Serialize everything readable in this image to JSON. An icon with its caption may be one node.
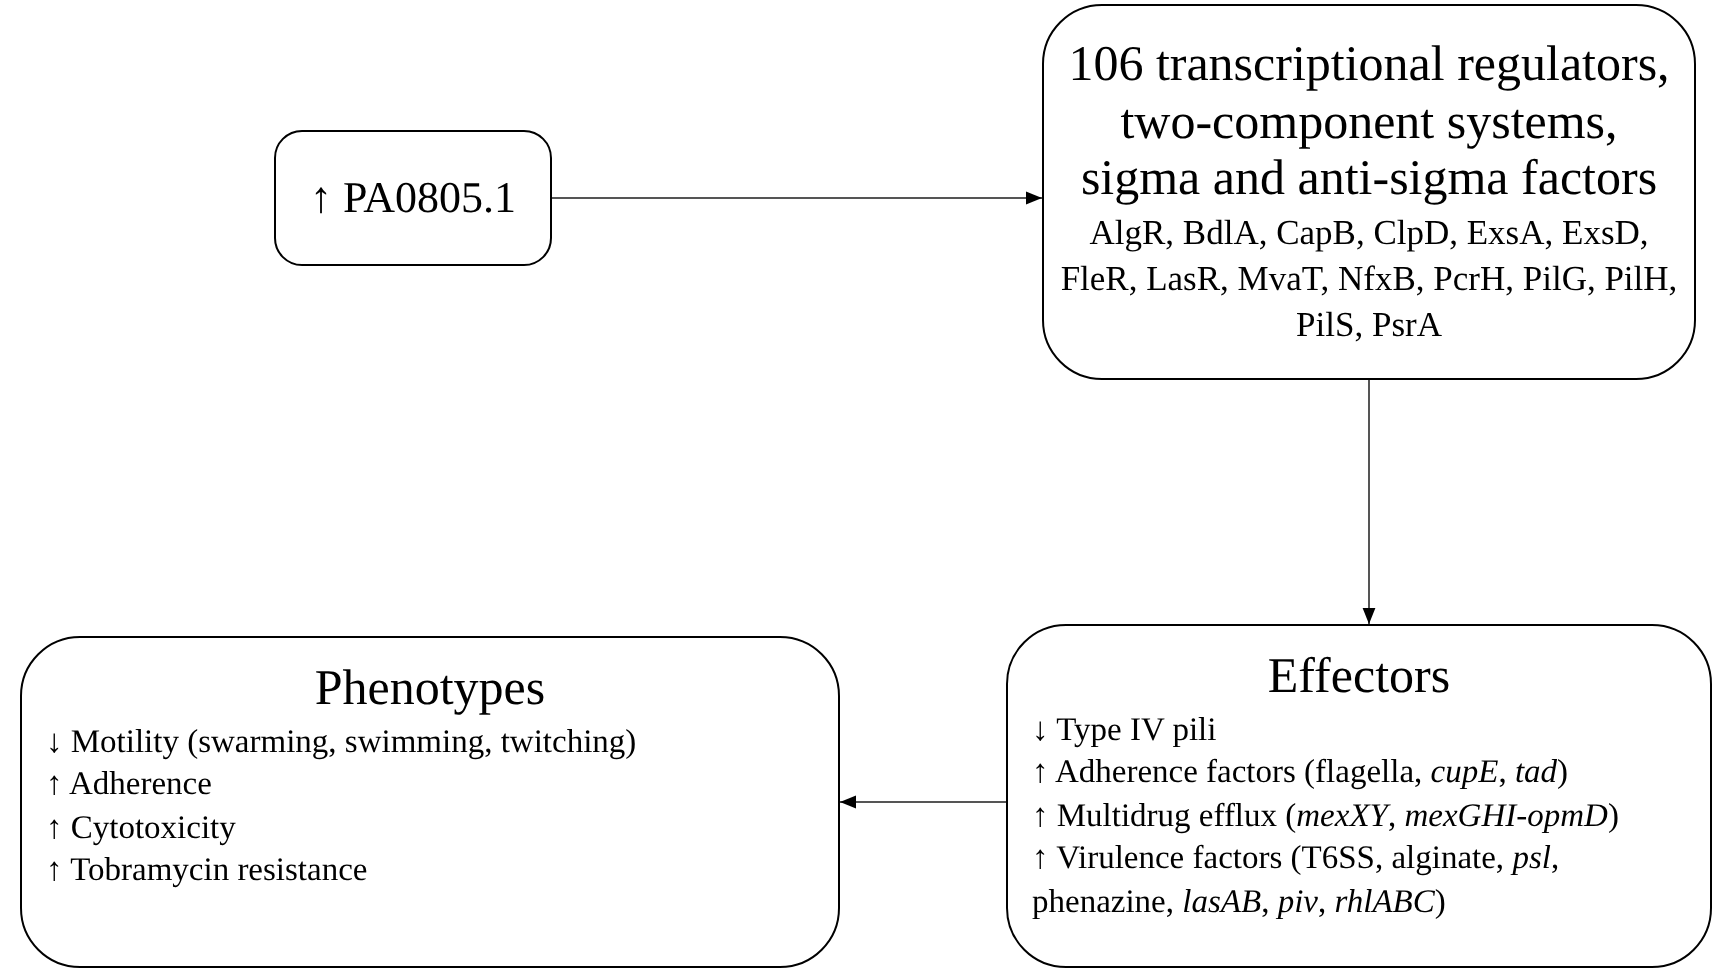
{
  "diagram": {
    "nodes": [
      {
        "text": [
          "↑ PA0805.1"
        ]
      },
      {
        "text": [
          "106 transcriptional regulators, two-component systems, sigma and anti-sigma factors",
          "AlgR, BdlA, CapB, ClpD, ExsA, ExsD, FleR, LasR, MvaT, NfxB, PcrH, PilG, PilH, PilS, PsrA"
        ]
      },
      {
        "text": [
          "Phenotypes",
          "↓ Motility (swarming, swimming, twitching)",
          "↑ Adherence",
          "↑ Cytotoxicity",
          "↑ Tobramycin resistance"
        ]
      },
      {
        "text": [
          "Effectors",
          "↓ Type IV pili",
          "↑ Adherence factors (flagella, *cupE*, *tad*)",
          "↑ Multidrug efflux (*mexXY*, *mexGHI-opmD*)",
          "↑ Virulence factors (T6SS, alginate, *psl*, phenazine, *lasAB*, *piv*, *rhlABC*)"
        ]
      }
    ],
    "edges": [
      {
        "from": 0,
        "to": 1,
        "arrow": "to"
      },
      {
        "from": 1,
        "to": 3,
        "arrow": "to"
      },
      {
        "from": 3,
        "to": 2,
        "arrow": "to"
      }
    ]
  }
}
